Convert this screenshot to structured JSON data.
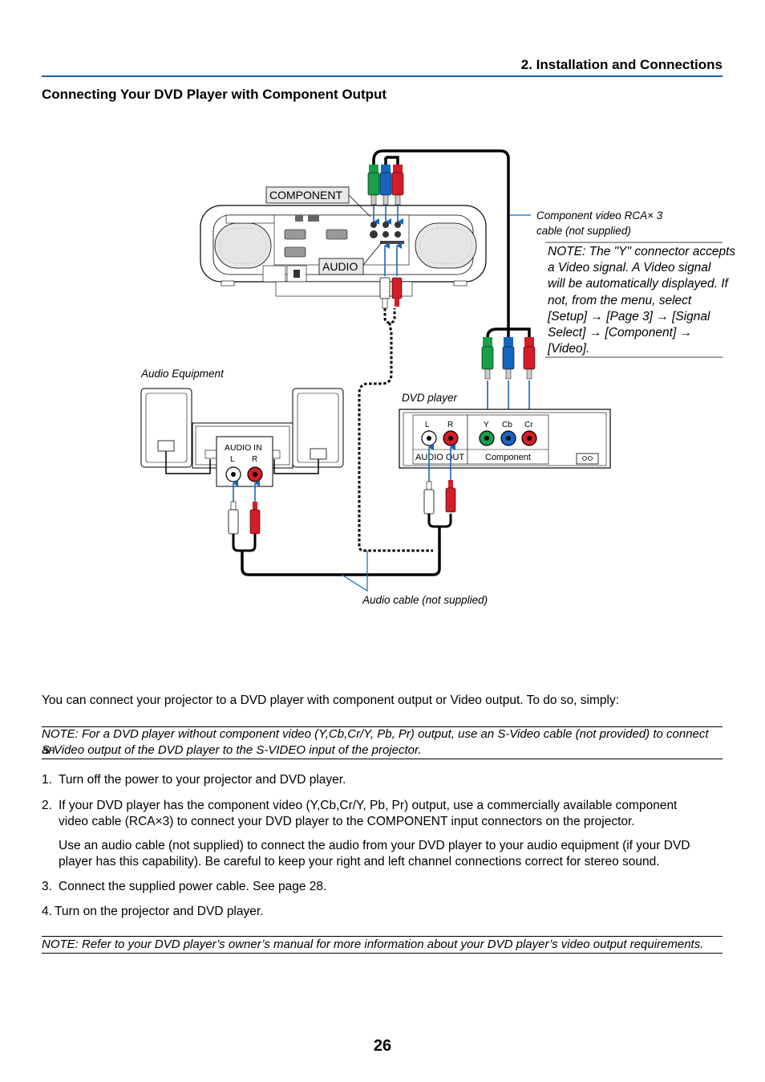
{
  "header": {
    "section_title": "2. Installation and Connections"
  },
  "page_title": "Connecting Your DVD Player with Component Output",
  "figure": {
    "label_component": "COMPONENT",
    "label_audio": "AUDIO",
    "callout_cable_line1": "Component video RCA× 3",
    "callout_cable_line2": "cable (not supplied)",
    "note_lines": [
      "NOTE: The \"Y\" connector accepts",
      "a Video signal. A Video signal",
      "will be automatically displayed. If",
      "not, from the menu, select",
      "[Setup] → [Page 3] → [Signal",
      "Select] → [Component] →",
      "[Video]."
    ],
    "audio_equipment_label": "Audio Equipment",
    "audio_in_label": "AUDIO IN",
    "audio_in_l": "L",
    "audio_in_r": "R",
    "dvd_player_label": "DVD player",
    "dvd_l": "L",
    "dvd_r": "R",
    "dvd_y": "Y",
    "dvd_cb": "Cb",
    "dvd_cr": "Cr",
    "dvd_audio_out": "AUDIO OUT",
    "dvd_component": "Component",
    "audio_cable_label": "Audio cable (not supplied)",
    "colors": {
      "accent_blue": "#1a5fa8",
      "green": "#1a9e4a",
      "blue": "#1565c0",
      "red": "#d51d27"
    }
  },
  "intro": "You can connect your projector to a DVD player with component output or Video output. To do so, simply:",
  "note1_line1": "NOTE: For a DVD player without component video (Y,Cb,Cr/Y, Pb, Pr) output, use an S-Video cable (not provided) to connect an",
  "note1_line2": "S-Video output of the DVD player to the S-VIDEO input of the projector.",
  "steps": [
    {
      "num": "1.",
      "line1": "Turn off the power to your projector and DVD player."
    },
    {
      "num": "2.",
      "line1": "If your DVD player has the component video (Y,Cb,Cr/Y, Pb, Pr) output, use a commercially available component",
      "line2": "video cable (RCA×3) to connect your DVD player to the COMPONENT input connectors on the projector.",
      "line3": "Use an audio cable (not supplied) to connect the audio from your DVD player to your audio equipment (if your DVD",
      "line4": "player has this capability). Be careful to keep your right and left channel connections correct for stereo sound."
    },
    {
      "num": "3.",
      "line1": "Connect the supplied power cable. See page 28."
    },
    {
      "num": "4.",
      "line1": "Turn on the projector and DVD player."
    }
  ],
  "note2": "NOTE: Refer to your DVD player’s owner’s manual for more information about your DVD player’s video output requirements.",
  "page_number": "26"
}
